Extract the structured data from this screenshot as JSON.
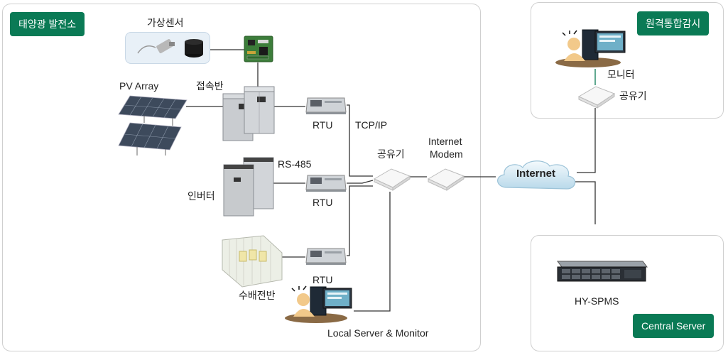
{
  "badges": {
    "solar_plant": "태양광 발전소",
    "remote_monitor": "원격통합감시",
    "central_server": "Central Server"
  },
  "labels": {
    "virtual_sensor": "가상센서",
    "pv_array": "PV Array",
    "junction_box": "접속반",
    "rtu_top": "RTU",
    "tcp_ip": "TCP/IP",
    "router": "공유기",
    "internet_modem_line1": "Internet",
    "internet_modem_line2": "Modem",
    "internet": "Internet",
    "rs485": "RS-485",
    "inverter": "인버터",
    "rtu_mid": "RTU",
    "switchboard": "수배전반",
    "rtu_bottom": "RTU",
    "local_server": "Local Server & Monitor",
    "monitor": "모니터",
    "remote_router": "공유기",
    "hy_spms": "HY-SPMS"
  },
  "colors": {
    "badge_green": "#0a7a55",
    "panel_border": "#cfcfcf",
    "wire": "#333333"
  }
}
